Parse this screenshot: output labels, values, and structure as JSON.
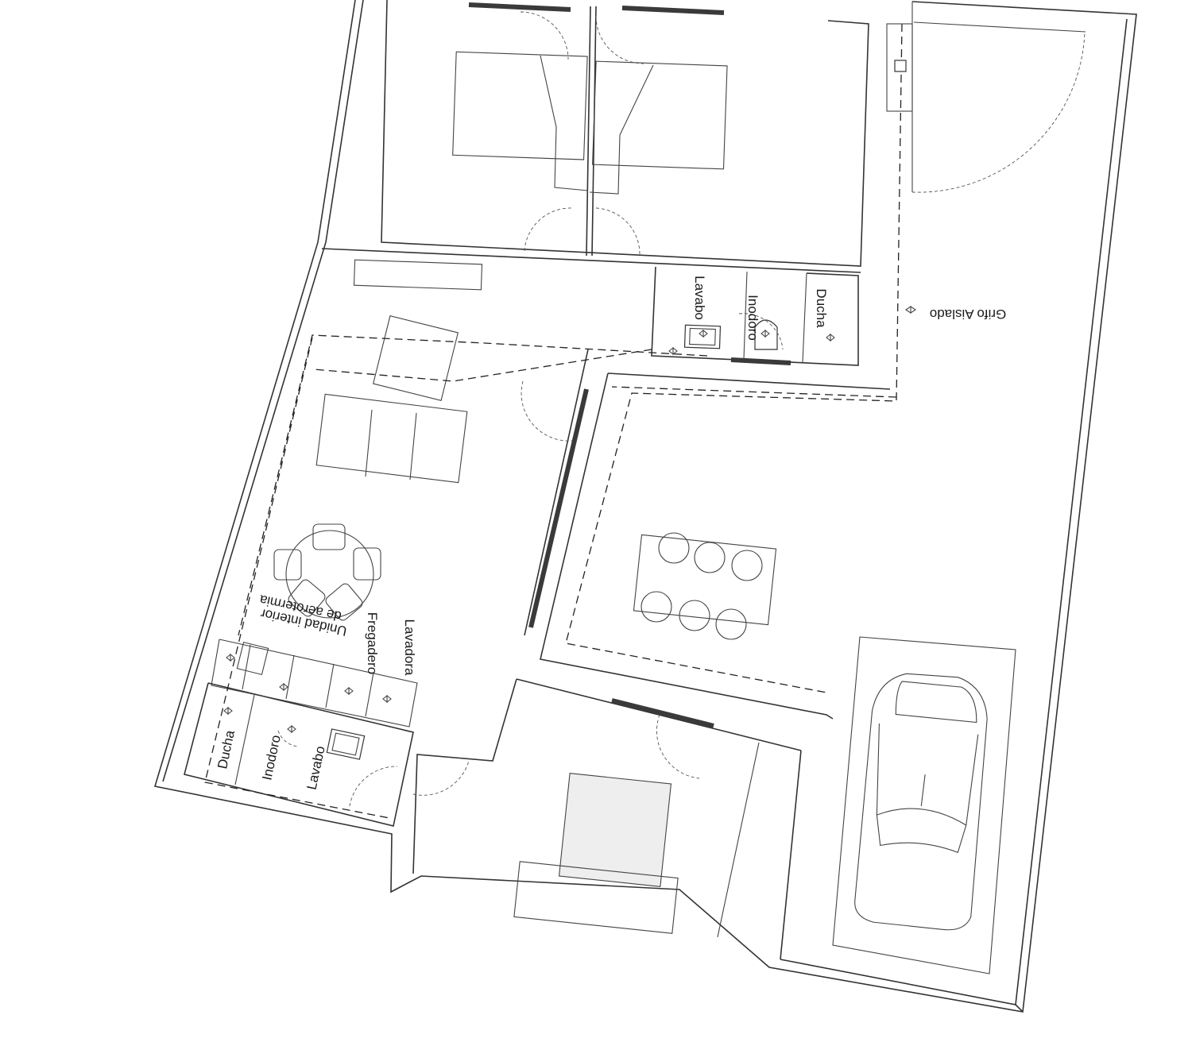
{
  "labels": {
    "grifo_aislado": "Grifo Aislado",
    "lavabo_upper": "Lavabo",
    "inodoro_upper": "Inodoro",
    "ducha_upper": "Ducha",
    "unidad_line1": "Unidad interior",
    "unidad_line2": "de aerotermia",
    "fregadero": "Fregadero",
    "lavadora": "Lavadora",
    "ducha_lower": "Ducha",
    "inodoro_lower": "Inodoro",
    "lavabo_lower": "Lavabo"
  }
}
